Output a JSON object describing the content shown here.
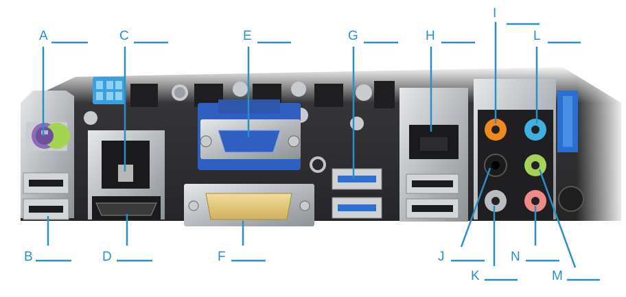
{
  "diagram": {
    "accent_color": "#2a8fc7",
    "labels": {
      "A": "A",
      "B": "B",
      "C": "C",
      "D": "D",
      "E": "E",
      "F": "F",
      "G": "G",
      "H": "H",
      "I": "I",
      "J": "J",
      "K": "K",
      "L": "L",
      "M": "M",
      "N": "N"
    },
    "audio_jack_colors": {
      "orange": "#f08a1f",
      "blue": "#3fb0e0",
      "black": "#1b1b1b",
      "green": "#a6d15a",
      "gray": "#b9bdc2",
      "pink": "#ef8a86"
    },
    "ps2_color": "#8e6bb8",
    "vga_color": "#2f5fc0",
    "usb3_color": "#2f6fd0"
  }
}
